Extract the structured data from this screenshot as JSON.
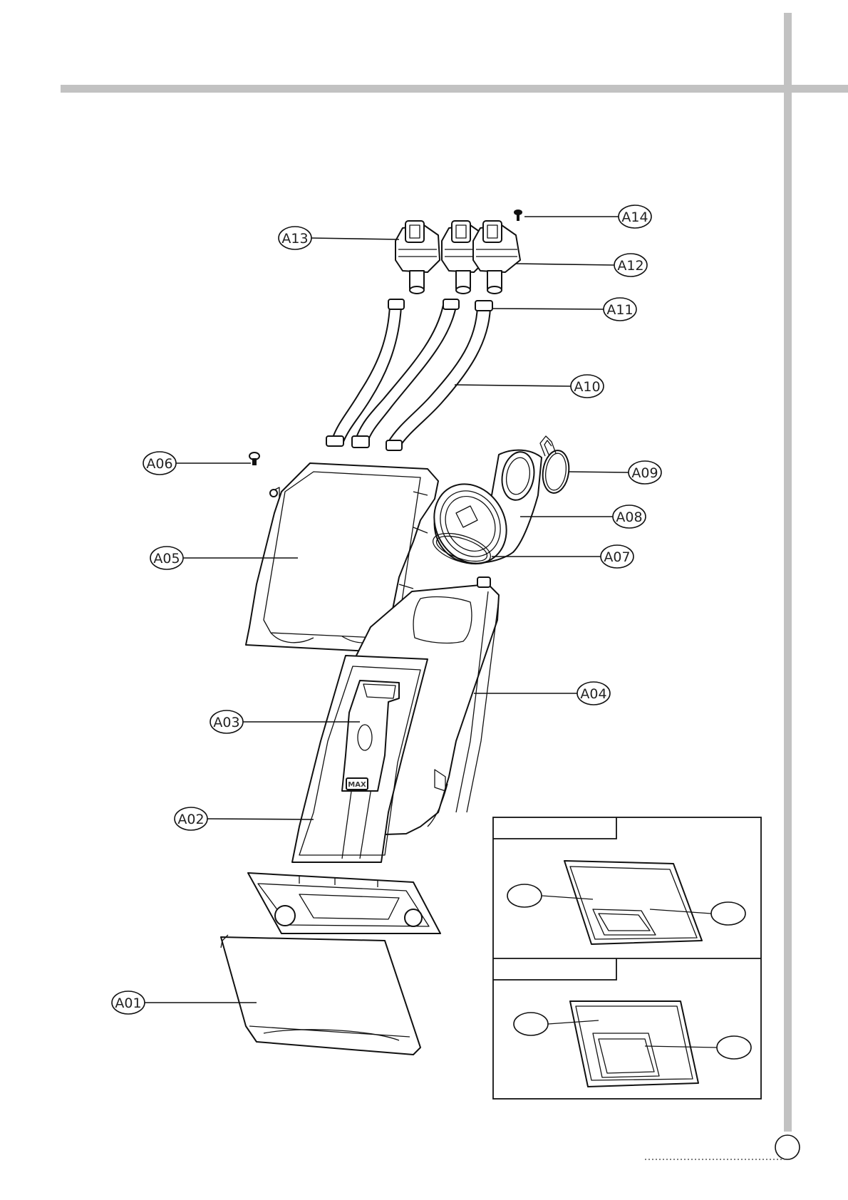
{
  "labels": {
    "a01": "A01",
    "a02": "A02",
    "a03": "A03",
    "a04": "A04",
    "a05": "A05",
    "a06": "A06",
    "a07": "A07",
    "a08": "A08",
    "a09": "A09",
    "a10": "A10",
    "a11": "A11",
    "a12": "A12",
    "a13": "A13",
    "a14": "A14"
  },
  "colors": {
    "frame": "#c2c2c2",
    "line": "#111111",
    "detergent_tag": "#3a3a3a"
  },
  "detergent_tag": "MAX"
}
